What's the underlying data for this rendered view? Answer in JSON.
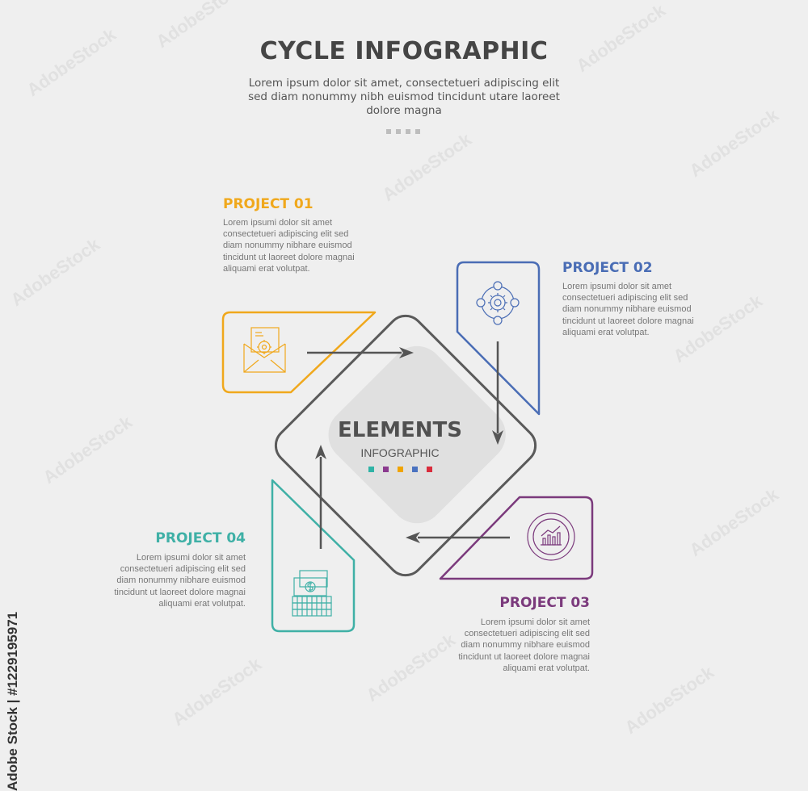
{
  "header": {
    "title": "CYCLE INFOGRAPHIC",
    "subtitle": "Lorem ipsum dolor sit amet, consectetueri adipiscing elit sed diam nonummy nibh euismod tincidunt utare laoreet dolore magna"
  },
  "center": {
    "title": "ELEMENTS",
    "subtitle": "INFOGRAPHIC",
    "swatches": [
      "#2fb3a6",
      "#8b3a8f",
      "#f0a400",
      "#4a72c0",
      "#d92c3c"
    ]
  },
  "projects": [
    {
      "title": "PROJECT 01",
      "color": "#f0a81c",
      "icon": "envelope-gear-icon",
      "text": "Lorem ipsumi dolor sit amet consectetueri adipiscing elit sed diam nonummy nibhare euismod tincidunt ut laoreet dolore magnai aliquami erat volutpat."
    },
    {
      "title": "PROJECT 02",
      "color": "#4a6db5",
      "icon": "gear-network-icon",
      "text": "Lorem ipsumi dolor sit amet consectetueri adipiscing elit sed diam nonummy nibhare euismod tincidunt ut laoreet dolore magnai aliquami erat volutpat."
    },
    {
      "title": "PROJECT 03",
      "color": "#7b3a7c",
      "icon": "chart-circle-icon",
      "text": "Lorem ipsumi dolor sit amet consectetueri adipiscing elit sed diam nonummy nibhare euismod tincidunt ut laoreet dolore magnai aliquami erat volutpat."
    },
    {
      "title": "PROJECT 04",
      "color": "#3fb0a6",
      "icon": "money-stack-icon",
      "text": "Lorem ipsumi dolor sit amet consectetueri adipiscing elit sed diam nonummy nibhare euismod tincidunt ut laoreet dolore magnai aliquami erat volutpat."
    }
  ],
  "watermark": {
    "text": "AdobeStock",
    "id_text": "Adobe Stock | #1229195971"
  },
  "colors": {
    "background": "#efefef",
    "outline": "#5a5a5a",
    "arrow": "#555555"
  }
}
